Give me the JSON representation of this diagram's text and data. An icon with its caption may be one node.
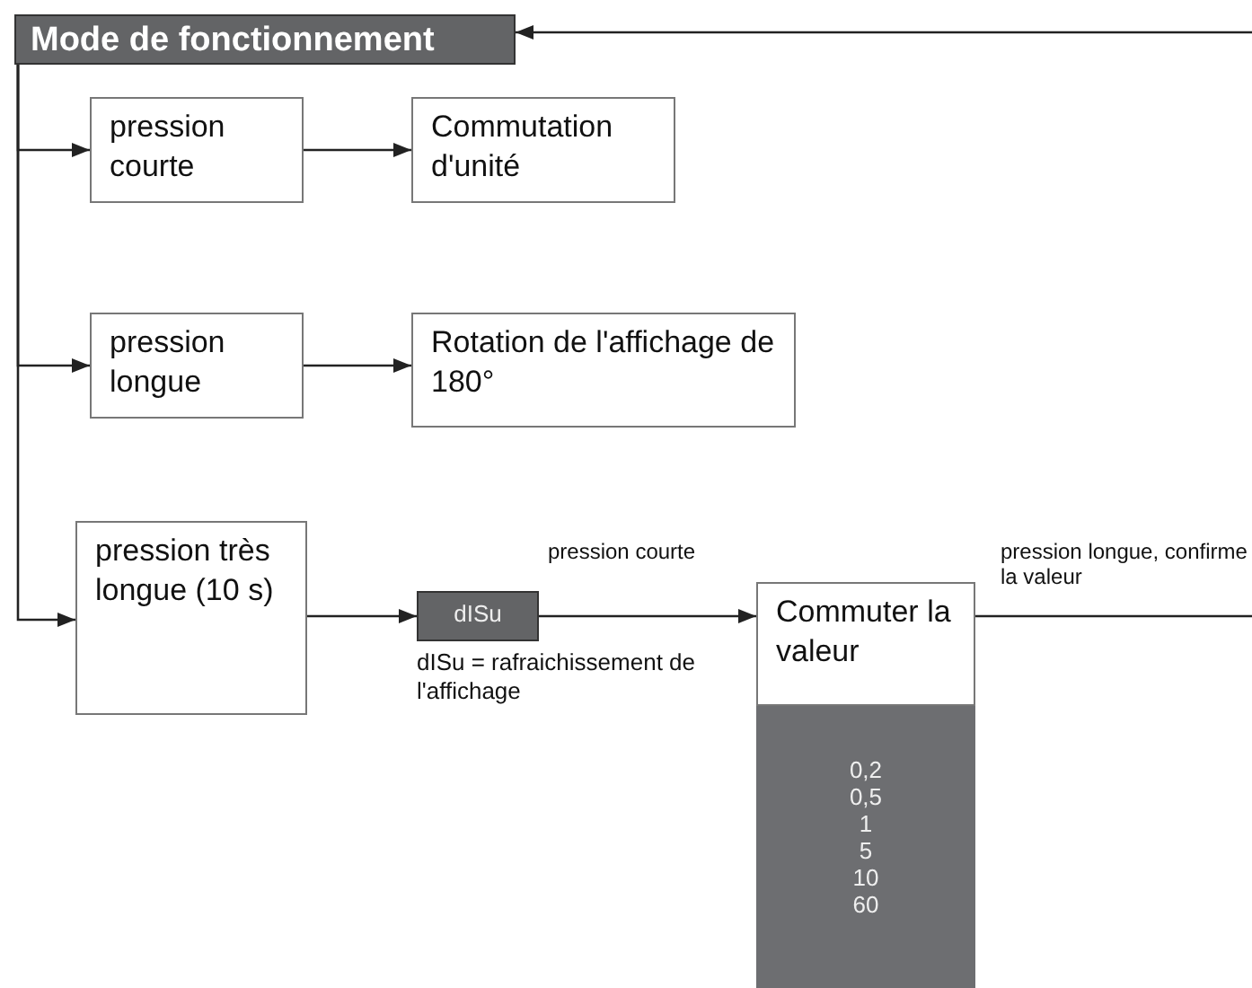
{
  "diagram": {
    "nodes": [
      {
        "text": [
          "Mode de fonctionnement"
        ]
      },
      {
        "text": [
          "pression courte"
        ]
      },
      {
        "text": [
          "Commutation d'unité"
        ]
      },
      {
        "text": [
          "pression longue"
        ]
      },
      {
        "text": [
          "Rotation de l'affichage de 180°"
        ]
      },
      {
        "text": [
          "pression très longue (10 s)"
        ]
      },
      {
        "text": [
          "dISu"
        ],
        "beside": [
          "dISu = rafraichissement de l'affichage"
        ]
      },
      {
        "text": [
          "Commuter la valeur"
        ]
      },
      {
        "text": [
          "0,2",
          "0,5",
          "1",
          "5",
          "10",
          "60"
        ]
      }
    ],
    "edges": [
      {
        "from": 0,
        "to": 1,
        "arrow": "to"
      },
      {
        "from": 0,
        "to": 3,
        "arrow": "to"
      },
      {
        "from": 0,
        "to": 5,
        "arrow": "to"
      },
      {
        "from": 1,
        "to": 2,
        "arrow": "to"
      },
      {
        "from": 3,
        "to": 4,
        "arrow": "to"
      },
      {
        "from": 5,
        "to": 6,
        "arrow": "to"
      },
      {
        "from": 6,
        "to": 7,
        "arrow": "to",
        "label": "pression courte"
      },
      {
        "from": 7,
        "to": null,
        "arrow": "none",
        "label": "pression longue, confirme la valeur"
      },
      {
        "from": null,
        "to": 0,
        "arrow": "to"
      }
    ]
  }
}
